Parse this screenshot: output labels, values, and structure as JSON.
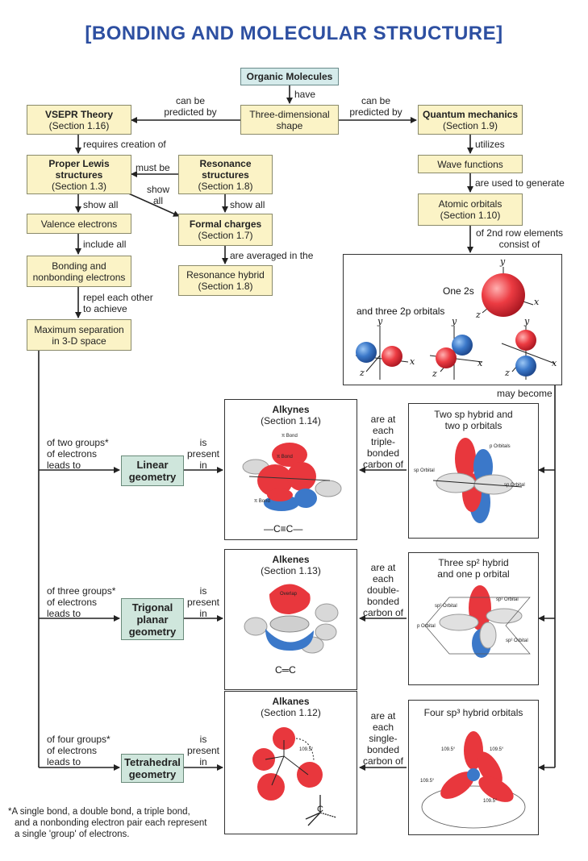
{
  "title": "[BONDING AND MOLECULAR STRUCTURE]",
  "nodes": {
    "organic": "Organic Molecules",
    "shape": [
      "Three-dimensional",
      "shape"
    ],
    "vsepr": [
      "VSEPR Theory",
      "(Section 1.16)"
    ],
    "quantum": [
      "Quantum mechanics",
      "(Section 1.9)"
    ],
    "lewis": [
      "Proper Lewis",
      "structures",
      "(Section 1.3)"
    ],
    "resonance": [
      "Resonance",
      "structures",
      "(Section 1.8)"
    ],
    "wave": "Wave functions",
    "valence": "Valence electrons",
    "formal": [
      "Formal charges",
      "(Section 1.7)"
    ],
    "atomic": [
      "Atomic orbitals",
      "(Section 1.10)"
    ],
    "bonding": [
      "Bonding and",
      "nonbonding electrons"
    ],
    "hybrid": [
      "Resonance hybrid",
      "(Section 1.8)"
    ],
    "maxsep": [
      "Maximum separation",
      "in 3-D space"
    ],
    "linear": [
      "Linear",
      "geometry"
    ],
    "trigonal": [
      "Trigonal",
      "planar",
      "geometry"
    ],
    "tetrahedral": [
      "Tetrahedral",
      "geometry"
    ]
  },
  "edges": {
    "have": "have",
    "predicted_left": [
      "can be",
      "predicted by"
    ],
    "predicted_right": [
      "can be",
      "predicted by"
    ],
    "requires": "requires creation of",
    "utilizes": "utilizes",
    "must_be": "must be",
    "show_all_left": "show all",
    "show_all_diag": [
      "show",
      "all"
    ],
    "show_all_right": "show all",
    "used_generate": "are used to generate",
    "include_all": "include all",
    "averaged": "are averaged in the",
    "second_row": [
      "of 2nd row elements",
      "consist of"
    ],
    "repel": [
      "repel each other",
      "to achieve"
    ],
    "may_become": "may become",
    "two_groups": [
      "of two groups*",
      "of electrons",
      "leads to"
    ],
    "three_groups": [
      "of three groups*",
      "of electrons",
      "leads to"
    ],
    "four_groups": [
      "of four groups*",
      "of electrons",
      "leads to"
    ],
    "present_in": [
      "is",
      "present",
      "in"
    ],
    "triple": [
      "are at",
      "each",
      "triple-",
      "bonded",
      "carbon of"
    ],
    "double": [
      "are at",
      "each",
      "double-",
      "bonded",
      "carbon of"
    ],
    "single": [
      "are at",
      "each",
      "single-",
      "bonded",
      "carbon of"
    ]
  },
  "panels": {
    "orbitals": {
      "one_2s": "One 2s",
      "three_2p": "and three 2p orbitals",
      "axes": {
        "x": "x",
        "y": "y",
        "z": "z"
      }
    },
    "alkynes": {
      "title": "Alkynes",
      "section": "(Section 1.14)",
      "pi_bond": "π Bond",
      "formula": "—C≡C—"
    },
    "alkenes": {
      "title": "Alkenes",
      "section": "(Section 1.13)",
      "overlap": "Overlap",
      "formula": "C═C"
    },
    "alkanes": {
      "title": "Alkanes",
      "section": "(Section 1.12)",
      "angle": "109.5°",
      "formula": "C"
    },
    "sp": {
      "title": [
        "Two sp hybrid and",
        "two p orbitals"
      ],
      "p_orbitals": "p Orbitals",
      "sp_orbital": "sp Orbital"
    },
    "sp2": {
      "title": [
        "Three sp² hybrid",
        "and one p orbital"
      ],
      "sp2_orbital": "sp² Orbital",
      "p_orbital": "p Orbital"
    },
    "sp3": {
      "title": "Four sp³ hybrid orbitals",
      "angle": "109.5°"
    }
  },
  "footnote": [
    "*A single bond, a double bond, a triple bond,",
    "and a nonbonding electron pair each represent",
    "a single 'group' of electrons."
  ],
  "colors": {
    "title": "#2d4fa1",
    "yellow_box": "#fbf3c6",
    "blue_box": "#d5ebeb",
    "green_box": "#cfe6dc",
    "orbital_red": "#e8373d",
    "orbital_blue": "#3b78c9"
  }
}
